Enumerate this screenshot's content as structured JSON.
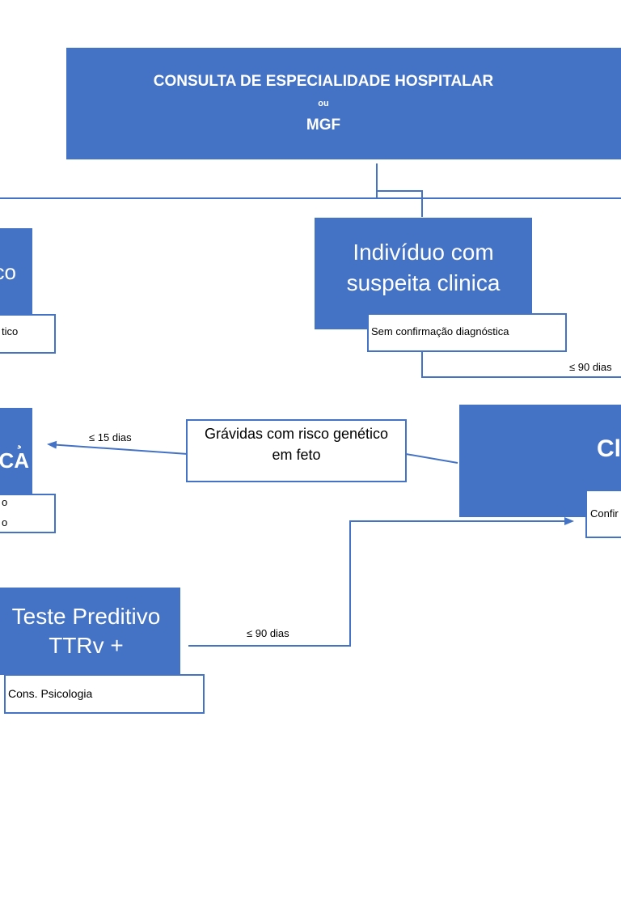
{
  "colors": {
    "box": "#4472c4",
    "line": "#4472c4",
    "sub_fill": "#e9eef8"
  },
  "top_box": {
    "line1": "CONSULTA DE ESPECIALIDADE HOSPITALAR",
    "line2": "ou",
    "line3": "MGF"
  },
  "left_top_box": {
    "text": "co",
    "sub": "tico"
  },
  "suspect_box": {
    "line1": "Indivíduo com",
    "line2": "suspeita clinica",
    "sub": "Sem confirmação diagnóstica"
  },
  "left_mid_box": {
    "line1": "¸",
    "line2": "CA",
    "sub_line1": "o",
    "sub_line2": "o"
  },
  "right_box": {
    "text": "Cl",
    "sub": "Confir"
  },
  "pregnant_box": {
    "line1": "Grávidas com risco genético",
    "line2": "em feto"
  },
  "predictive_box": {
    "line1": "Teste Preditivo",
    "line2": "TTRv +",
    "sub": "Cons. Psicologia"
  },
  "labels": {
    "days_90_top": "≤ 90 dias",
    "days_15": "≤ 15 dias",
    "days_90_bottom": "≤ 90 dias"
  }
}
